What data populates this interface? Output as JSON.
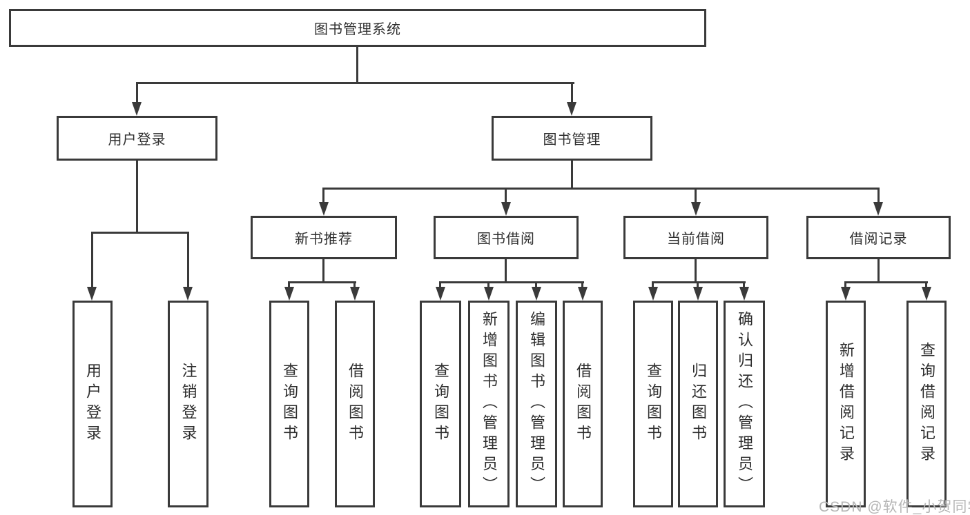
{
  "colors": {
    "line": "#3a3a3a",
    "text": "#2e2e2e",
    "watermark": "#b6b6b6",
    "background": "#ffffff"
  },
  "watermark": {
    "text": "CSDN @软件_小贺同学"
  },
  "tree": {
    "label": "图书管理系统",
    "children": [
      {
        "label": "用户登录",
        "children": [
          {
            "label": "用户登录"
          },
          {
            "label": "注销登录"
          }
        ]
      },
      {
        "label": "图书管理",
        "children": [
          {
            "label": "新书推荐",
            "children": [
              {
                "label": "查询图书"
              },
              {
                "label": "借阅图书"
              }
            ]
          },
          {
            "label": "图书借阅",
            "children": [
              {
                "label": "查询图书"
              },
              {
                "label": "新增图书（管理员）"
              },
              {
                "label": "编辑图书（管理员）"
              },
              {
                "label": "借阅图书"
              }
            ]
          },
          {
            "label": "当前借阅",
            "children": [
              {
                "label": "查询图书"
              },
              {
                "label": "归还图书"
              },
              {
                "label": "确认归还（管理员）"
              }
            ]
          },
          {
            "label": "借阅记录",
            "children": [
              {
                "label": "新增借阅记录"
              },
              {
                "label": "查询借阅记录"
              }
            ]
          }
        ]
      }
    ]
  }
}
